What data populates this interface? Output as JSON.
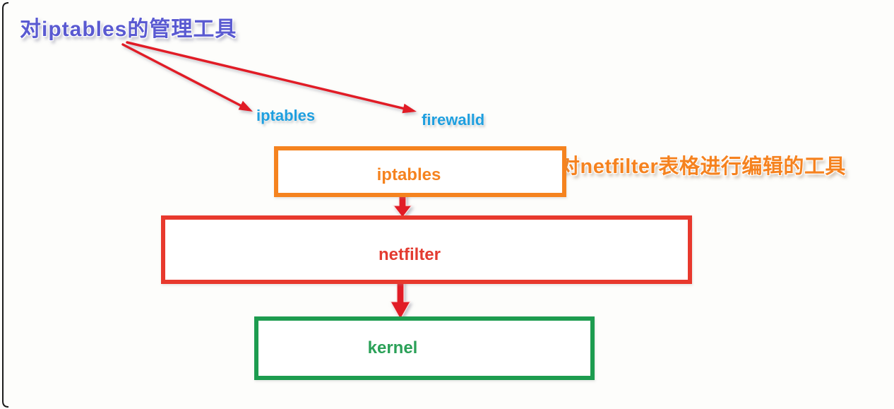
{
  "diagram": {
    "title_annotation": "对iptables的管理工具",
    "side_annotation": "对netfilter表格进行编辑的工具",
    "tool_labels": [
      {
        "id": "iptables-tool",
        "label": "iptables"
      },
      {
        "id": "firewalld-tool",
        "label": "firewalld"
      }
    ],
    "boxes": [
      {
        "id": "iptables-box",
        "label": "iptables"
      },
      {
        "id": "netfilter-box",
        "label": "netfilter"
      },
      {
        "id": "kernel-box",
        "label": "kernel"
      }
    ],
    "colors": {
      "annotation_blue": "#5A5AD1",
      "tool_label_blue": "#1E9FDF",
      "orange": "#F5831F",
      "red": "#E8392D",
      "green": "#1D9C4F",
      "arrow_red": "#E11F26",
      "frame": "#1B1B1B",
      "background": "#FDFDFB"
    }
  }
}
